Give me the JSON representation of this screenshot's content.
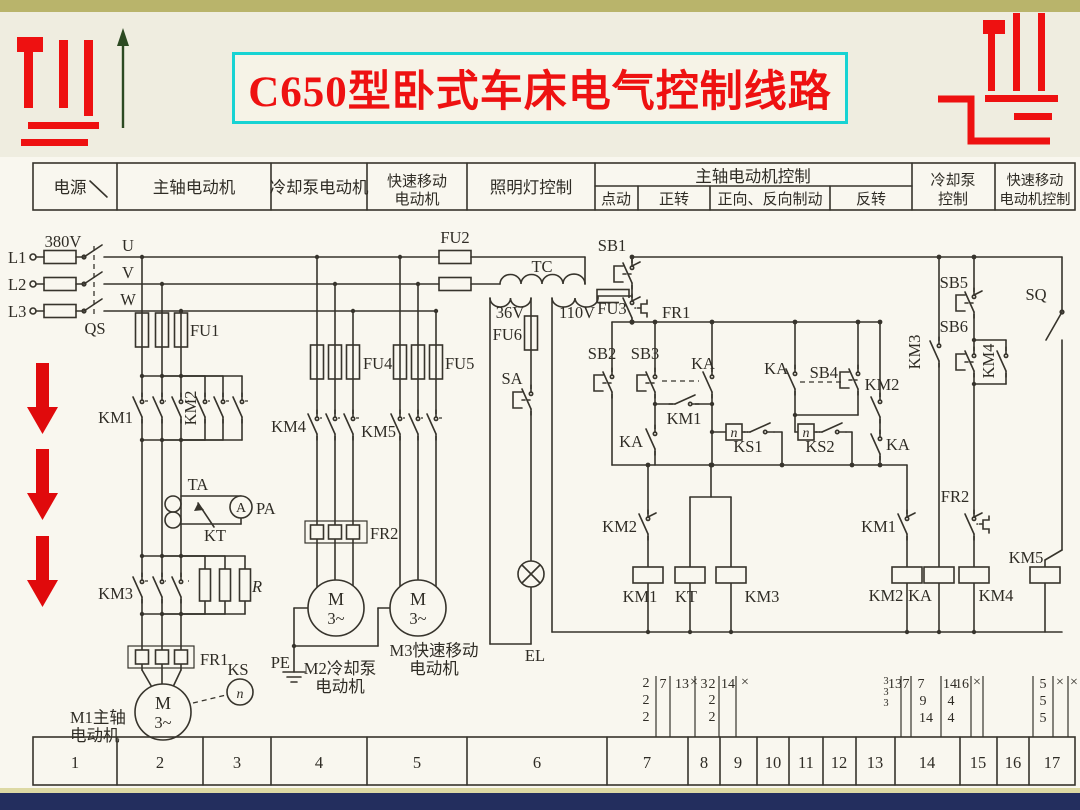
{
  "title": "C650型卧式车床电气控制线路",
  "header": {
    "power": "电源",
    "spindle": "主轴电动机",
    "coolant_pump": "冷却泵电动机",
    "rapid1": "快速移动",
    "rapid2": "电动机",
    "lamp": "照明灯控制",
    "spindle_ctrl": "主轴电动机控制",
    "jog": "点动",
    "fwd": "正转",
    "brake": "正向、反向制动",
    "rev": "反转",
    "cool1": "冷却泵",
    "cool2": "控制",
    "rapidc1": "快速移动",
    "rapidc2": "电动机控制"
  },
  "labels": {
    "l1": "L1",
    "l2": "L2",
    "l3": "L3",
    "v380": "380V",
    "qs": "QS",
    "u": "U",
    "v": "V",
    "w": "W",
    "fu1": "FU1",
    "fu2": "FU2",
    "fu3": "FU3",
    "fu4": "FU4",
    "fu5": "FU5",
    "fu6": "FU6",
    "km1": "KM1",
    "km2": "KM2",
    "km3": "KM3",
    "km4": "KM4",
    "km5": "KM5",
    "ka": "KA",
    "kt": "KT",
    "ta": "TA",
    "pa": "PA",
    "a": "A",
    "r": "R",
    "fr1": "FR1",
    "fr2": "FR2",
    "ks": "KS",
    "ks1": "KS1",
    "ks2": "KS2",
    "n": "n",
    "sb1": "SB1",
    "sb2": "SB2",
    "sb3": "SB3",
    "sb4": "SB4",
    "sb5": "SB5",
    "sb6": "SB6",
    "sa": "SA",
    "sq": "SQ",
    "tc": "TC",
    "v36": "36V",
    "v110": "110V",
    "el": "EL",
    "pe": "PE",
    "m": "M",
    "ph3": "3~",
    "m1a": "M1主轴",
    "m1b": "电动机",
    "m2a": "M2冷却泵",
    "m2b": "电动机",
    "m3a": "M3快速移动",
    "m3b": "电动机"
  },
  "sections": [
    "1",
    "2",
    "3",
    "4",
    "5",
    "6",
    "7",
    "8",
    "9",
    "10",
    "11",
    "12",
    "13",
    "14",
    "15",
    "16",
    "17"
  ],
  "wire_marks": {
    "left": [
      "2",
      "2",
      "2",
      "7",
      "13",
      "×",
      "3",
      "2",
      "2",
      "2",
      "14",
      "×"
    ],
    "right": [
      "3",
      "3",
      "3",
      "13",
      "7",
      "7",
      "9",
      "14",
      "14",
      "4",
      "4",
      "16",
      "×",
      "5",
      "5",
      "5",
      "×",
      "×"
    ]
  }
}
